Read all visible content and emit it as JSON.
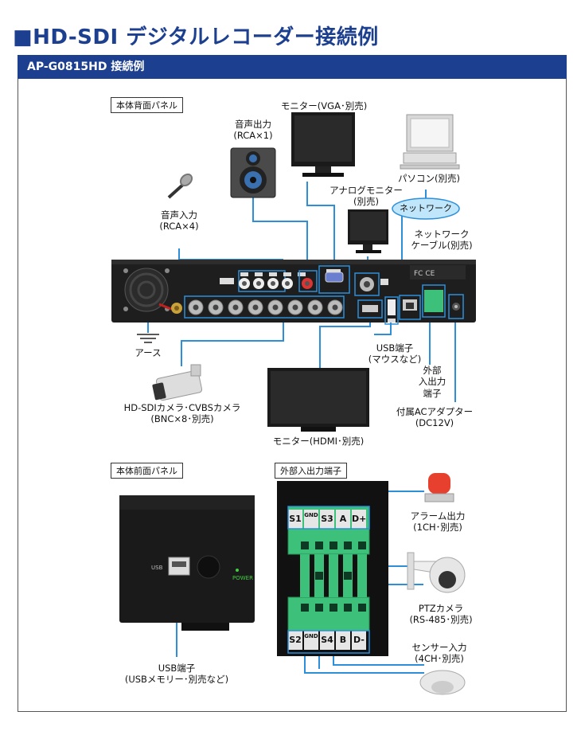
{
  "title": "■HD-SDI デジタルレコーダー接続例",
  "section_bar": "AP-G0815HD 接続例",
  "rear_panel_label": "本体背面パネル",
  "front_panel_label": "本体前面パネル",
  "terminal_panel_label": "外部入出力端子",
  "labels": {
    "audio_out": [
      "音声出力",
      "(RCA×1)"
    ],
    "monitor_vga": "モニター(VGA･別売)",
    "pc": "パソコン(別売)",
    "analog_monitor": [
      "アナログモニター",
      "(別売)"
    ],
    "network": "ネットワーク",
    "network_cable": [
      "ネットワーク",
      "ケーブル(別売)"
    ],
    "audio_in": [
      "音声入力",
      "(RCA×4)"
    ],
    "earth": "アース",
    "usb_port": [
      "USB端子",
      "(マウスなど)"
    ],
    "ext_io": [
      "外部",
      "入出力",
      "端子"
    ],
    "ac_adapter": [
      "付属ACアダプター",
      "(DC12V)"
    ],
    "camera": [
      "HD-SDIカメラ･CVBSカメラ",
      "(BNC×8･別売)"
    ],
    "monitor_hdmi": "モニター(HDMI･別売)",
    "front_usb": [
      "USB端子",
      "(USBメモリー･別売など)"
    ],
    "alarm": [
      "アラーム出力",
      "(1CH･別売)"
    ],
    "ptz": [
      "PTZカメラ",
      "(RS-485･別売)"
    ],
    "sensor": [
      "センサー入力",
      "(4CH･別売)"
    ]
  },
  "terminal": {
    "top": [
      "S1",
      "GND",
      "S3",
      "A",
      "D+"
    ],
    "bottom": [
      "S2",
      "GND",
      "S4",
      "B",
      "D-"
    ]
  },
  "front_panel": {
    "usb": "USB",
    "power": "POWER"
  },
  "colors": {
    "brand": "#1c3f8f",
    "line": "#2d8fd9",
    "terminal_green": "#3cc07a"
  }
}
